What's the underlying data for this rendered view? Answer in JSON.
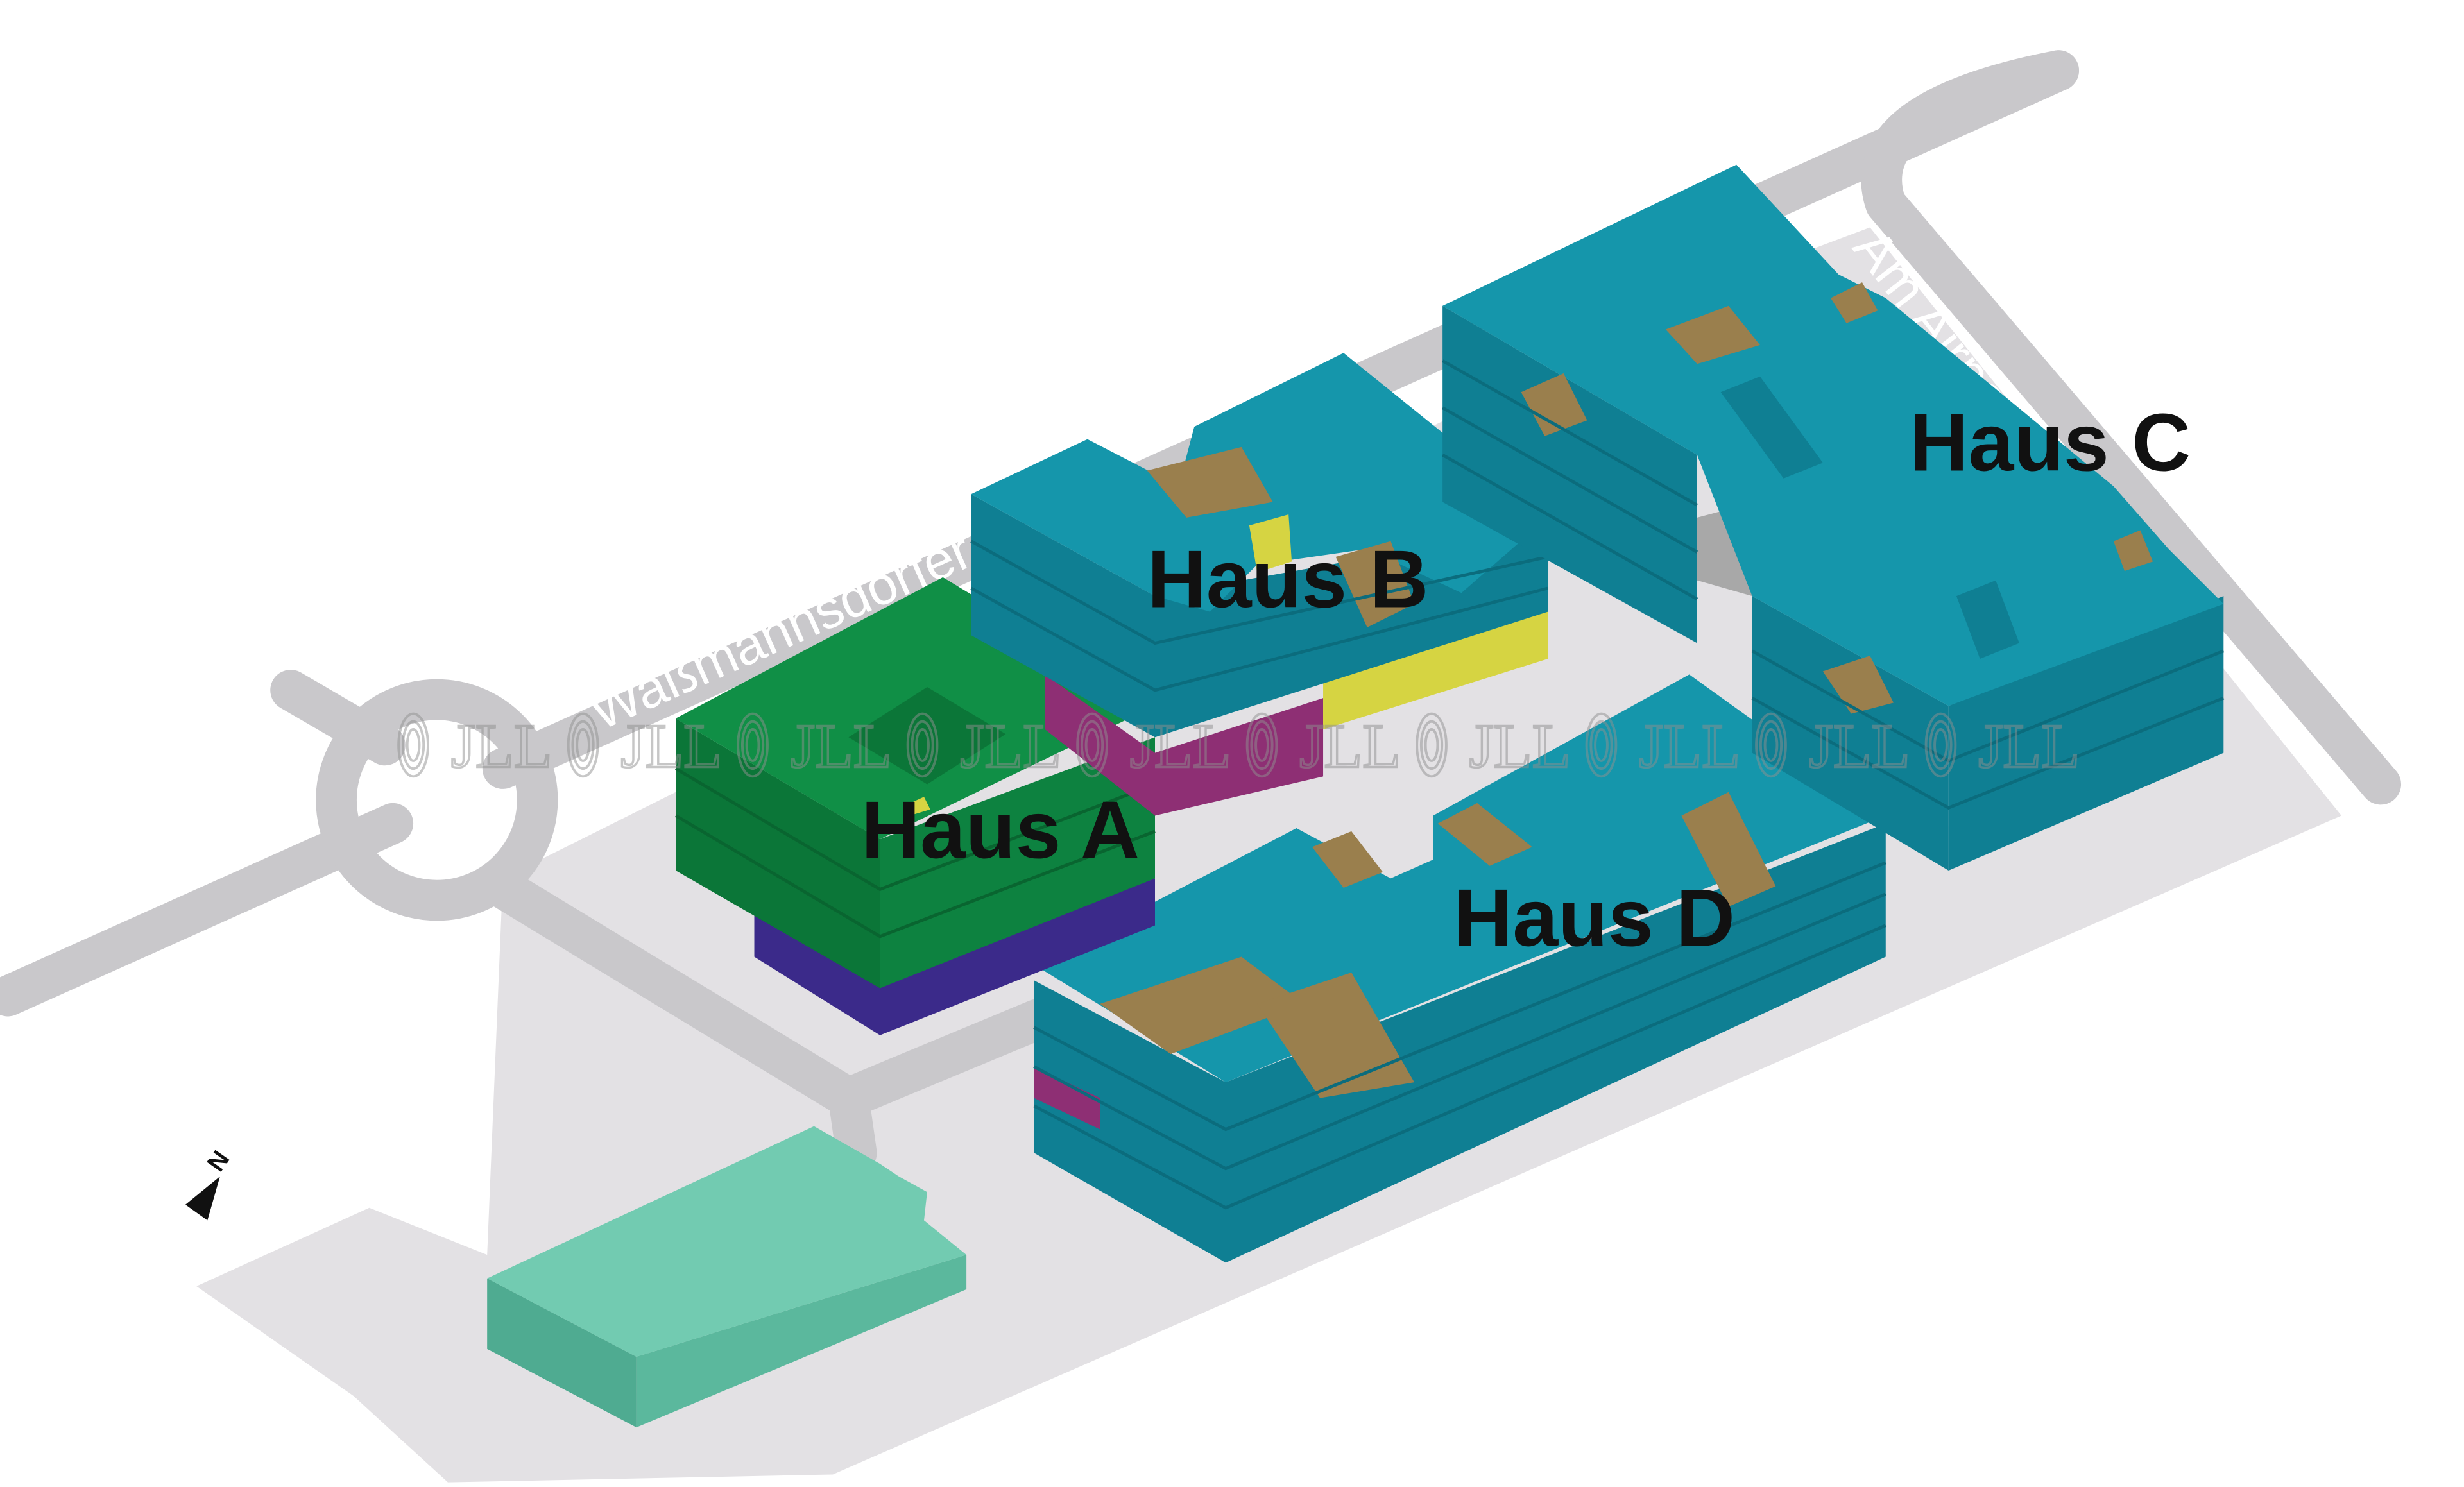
{
  "map": {
    "buildings": [
      {
        "id": "a",
        "label": "Haus A"
      },
      {
        "id": "b",
        "label": "Haus B"
      },
      {
        "id": "c",
        "label": "Haus C"
      },
      {
        "id": "d",
        "label": "Haus D"
      }
    ],
    "streets": {
      "wassmannsdorfer": "Waßmannsdorfer Allee",
      "am_airport": "Am Airport"
    },
    "compass_label": "N",
    "watermark_text": "JLL",
    "watermark_repeats": 10,
    "colors": {
      "site_ground": "#e3e1e4",
      "road": "#c9c8cb",
      "teal_roof": "#1596ab",
      "teal_side": "#0f7f93",
      "green_roof": "#108f46",
      "green_side": "#0b7638",
      "mint_roof": "#72cbb1",
      "mint_side": "#4fab91",
      "terrace": "#9a7f4d",
      "yellow_floor": "#d6d442",
      "magenta_floor": "#8e2f74",
      "purple_floor": "#3b2a8a",
      "gray_core": "#a8a8a8"
    }
  }
}
